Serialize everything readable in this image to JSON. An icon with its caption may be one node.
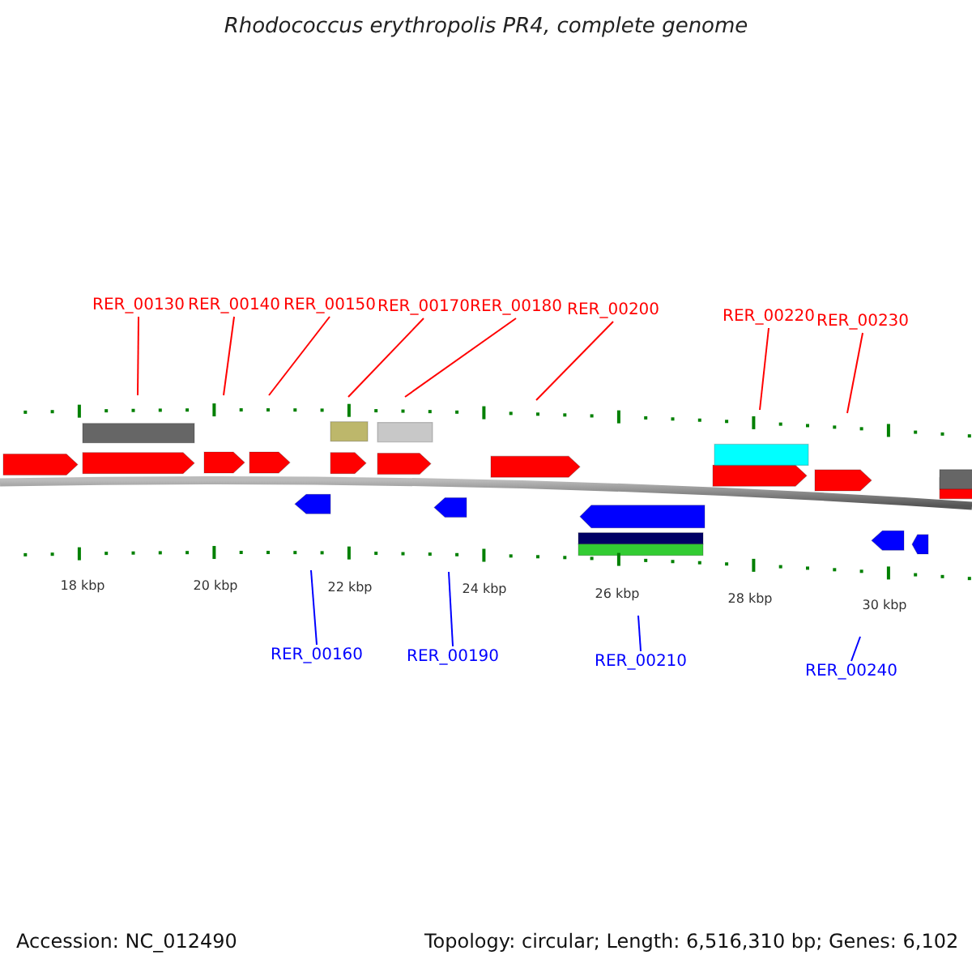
{
  "diagram": {
    "title": "Rhodococcus erythropolis PR4, complete genome",
    "nodes": [
      {
        "text": [
          "RER_00130"
        ]
      },
      {
        "text": [
          "RER_00140"
        ]
      },
      {
        "text": [
          "RER_00150"
        ]
      },
      {
        "text": [
          "RER_00170"
        ]
      },
      {
        "text": [
          "RER_00180"
        ]
      },
      {
        "text": [
          "RER_00200"
        ]
      },
      {
        "text": [
          "RER_00220"
        ]
      },
      {
        "text": [
          "RER_00230"
        ]
      },
      {
        "text": [
          "RER_00160"
        ]
      },
      {
        "text": [
          "RER_00190"
        ]
      },
      {
        "text": [
          "RER_00210"
        ]
      },
      {
        "text": [
          "RER_00240"
        ]
      }
    ],
    "edges": [
      {
        "from": 0,
        "to": null,
        "arrow": "none"
      },
      {
        "from": 1,
        "to": null,
        "arrow": "none"
      },
      {
        "from": 2,
        "to": null,
        "arrow": "none"
      },
      {
        "from": 3,
        "to": null,
        "arrow": "none"
      },
      {
        "from": 4,
        "to": null,
        "arrow": "none"
      },
      {
        "from": 5,
        "to": null,
        "arrow": "none"
      },
      {
        "from": 6,
        "to": null,
        "arrow": "none"
      },
      {
        "from": 7,
        "to": null,
        "arrow": "none"
      },
      {
        "from": 8,
        "to": null,
        "arrow": "none",
        "color": "#0000ff"
      },
      {
        "from": 9,
        "to": null,
        "arrow": "none",
        "color": "#0000ff"
      },
      {
        "from": 10,
        "to": null,
        "arrow": "none",
        "color": "#0000ff"
      },
      {
        "from": 11,
        "to": null,
        "arrow": "none",
        "color": "#0000ff"
      }
    ],
    "labels": [
      "18 kbp",
      "20 kbp",
      "22 kbp",
      "24 kbp",
      "26 kbp",
      "28 kbp",
      "30 kbp",
      "Accession: NC_012490",
      "Topology: circular; Length: 6,516,310 bp; Genes: 6,102"
    ]
  }
}
